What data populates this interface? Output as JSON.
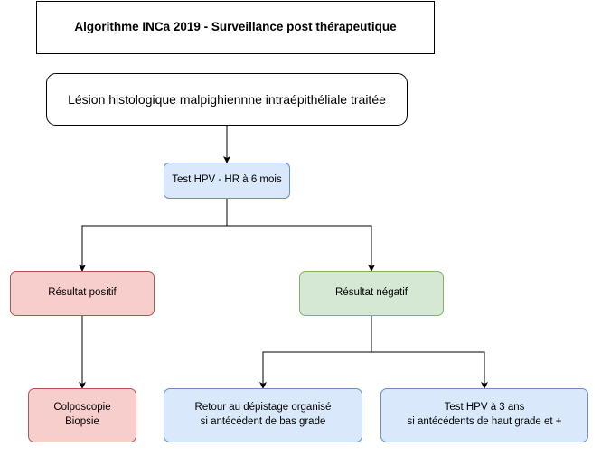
{
  "title": "Algorithme INCa 2019 - Surveillance post thérapeutique",
  "nodes": {
    "lesion": "Lésion histologique malpighiennne intraépithéliale traitée",
    "test": "Test HPV - HR à 6 mois",
    "positive": "Résultat positif",
    "negative": "Résultat négatif",
    "colposcopy": {
      "line1": "Colposcopie",
      "line2": "Biopsie"
    },
    "return_screening": {
      "line1": "Retour au dépistage organisé",
      "line2": "si antécédent de bas grade"
    },
    "hpv_3_years": {
      "line1": "Test HPV à 3 ans",
      "line2": "si antécédents de haut grade et +"
    }
  },
  "colors": {
    "blue_fill": "#dae8fc",
    "blue_stroke": "#6c8ebf",
    "red_fill": "#f8cecc",
    "red_stroke": "#b85450",
    "green_fill": "#d5e8d4",
    "green_stroke": "#82b366",
    "edge": "#000000"
  }
}
